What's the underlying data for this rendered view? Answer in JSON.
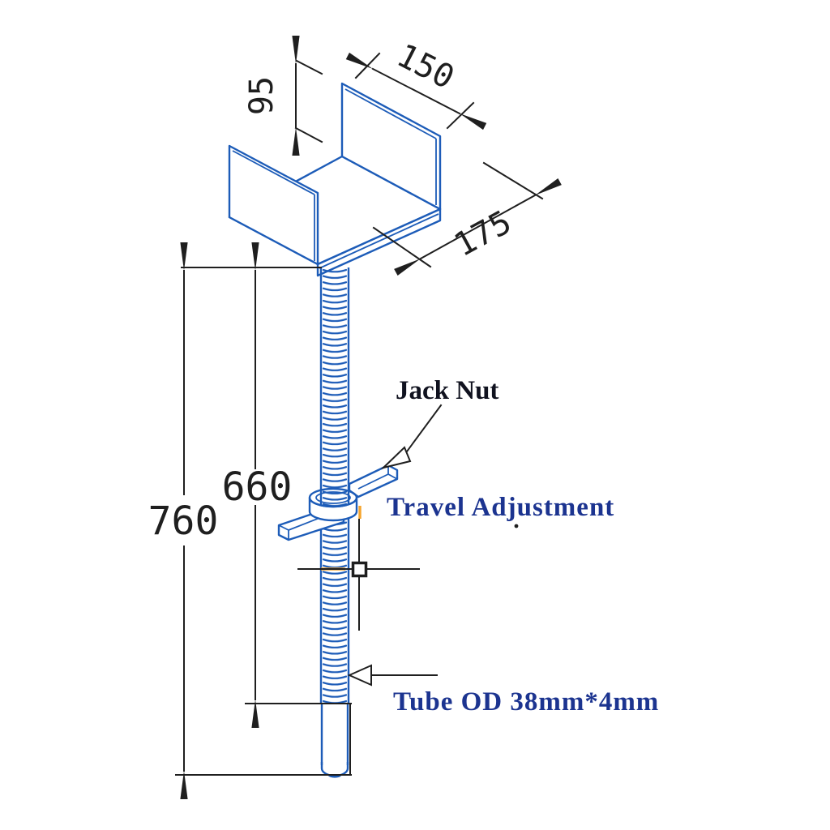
{
  "drawing_title": "U-head screw jack isometric drawing",
  "dimensions": {
    "flange_height": "95",
    "head_width": "150",
    "head_length": "175",
    "thread_length": "660",
    "overall_length": "760"
  },
  "labels": {
    "jack_nut": "Jack Nut",
    "travel_adjustment": "Travel Adjustment",
    "tube_od": "Tube OD 38mm*4mm"
  },
  "colors": {
    "blue": "#1d5cb8",
    "black": "#1f1f1f",
    "orange": "#f6a42c",
    "navy": "#1c3490",
    "ink": "#10121f",
    "bg": "#ffffff"
  }
}
